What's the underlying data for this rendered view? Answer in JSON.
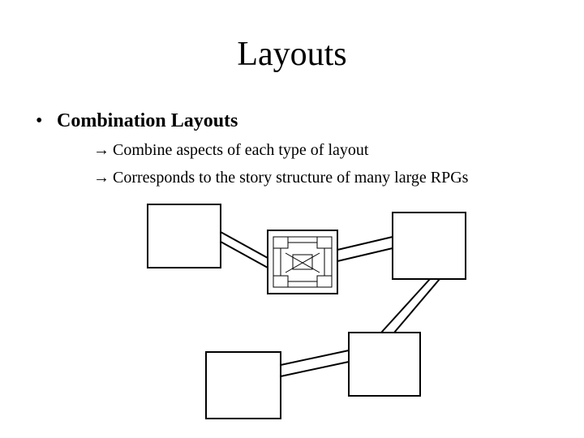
{
  "slide": {
    "title": "Layouts",
    "bullet": {
      "marker": "•",
      "text": "Combination Layouts"
    },
    "sub_items": [
      {
        "arrow": "→",
        "text": "Combine aspects of each type of layout"
      },
      {
        "arrow": "→",
        "text": "Corresponds to the story structure of many large RPGs"
      }
    ]
  },
  "diagram": {
    "stroke_color": "#000000",
    "fill_color": "#ffffff"
  }
}
